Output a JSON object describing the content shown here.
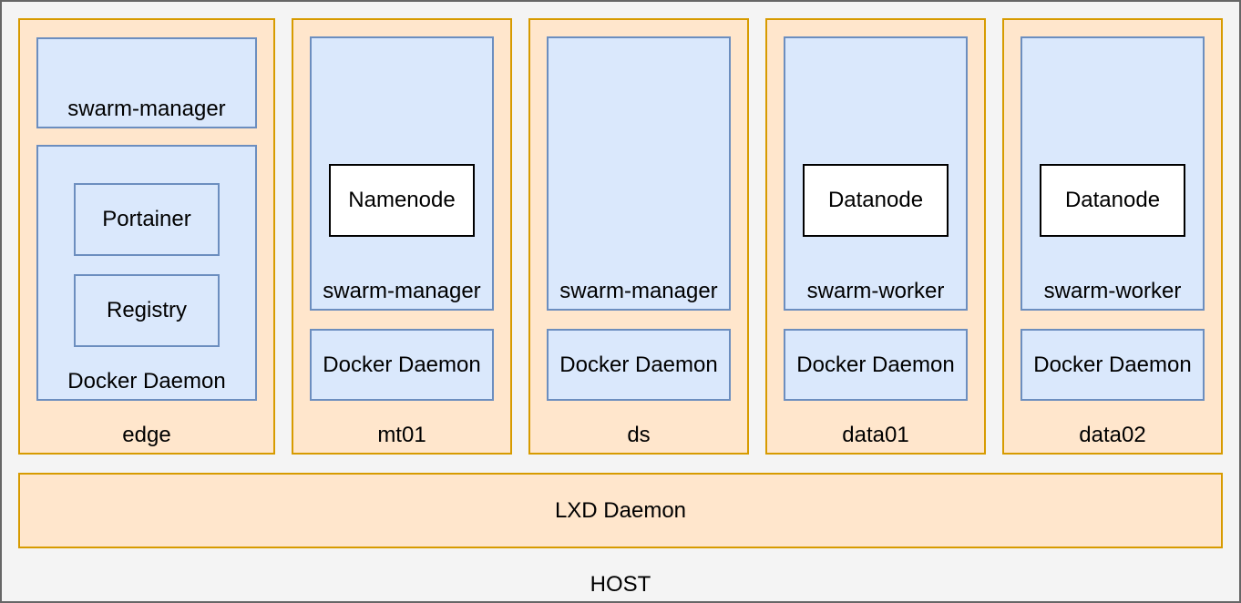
{
  "diagram": {
    "host_label": "HOST",
    "lxd_label": "LXD Daemon",
    "columns": [
      {
        "id": "edge",
        "label": "edge",
        "swarm_label": "swarm-manager",
        "docker_label": "Docker Daemon",
        "services": [
          {
            "label": "Portainer"
          },
          {
            "label": "Registry"
          }
        ]
      },
      {
        "id": "mt01",
        "label": "mt01",
        "swarm_label": "swarm-manager",
        "docker_label": "Docker Daemon",
        "node_label": "Namenode"
      },
      {
        "id": "ds",
        "label": "ds",
        "swarm_label": "swarm-manager",
        "docker_label": "Docker Daemon"
      },
      {
        "id": "data01",
        "label": "data01",
        "swarm_label": "swarm-worker",
        "docker_label": "Docker Daemon",
        "node_label": "Datanode"
      },
      {
        "id": "data02",
        "label": "data02",
        "swarm_label": "swarm-worker",
        "docker_label": "Docker Daemon",
        "node_label": "Datanode"
      }
    ],
    "colors": {
      "background": "#f4f4f4",
      "host_border": "#666666",
      "container_fill": "#ffe6cc",
      "container_stroke": "#d79b00",
      "box_fill": "#dae8fc",
      "box_stroke": "#6c8ebf",
      "node_fill": "#ffffff",
      "node_stroke": "#000000",
      "text": "#000000"
    }
  }
}
